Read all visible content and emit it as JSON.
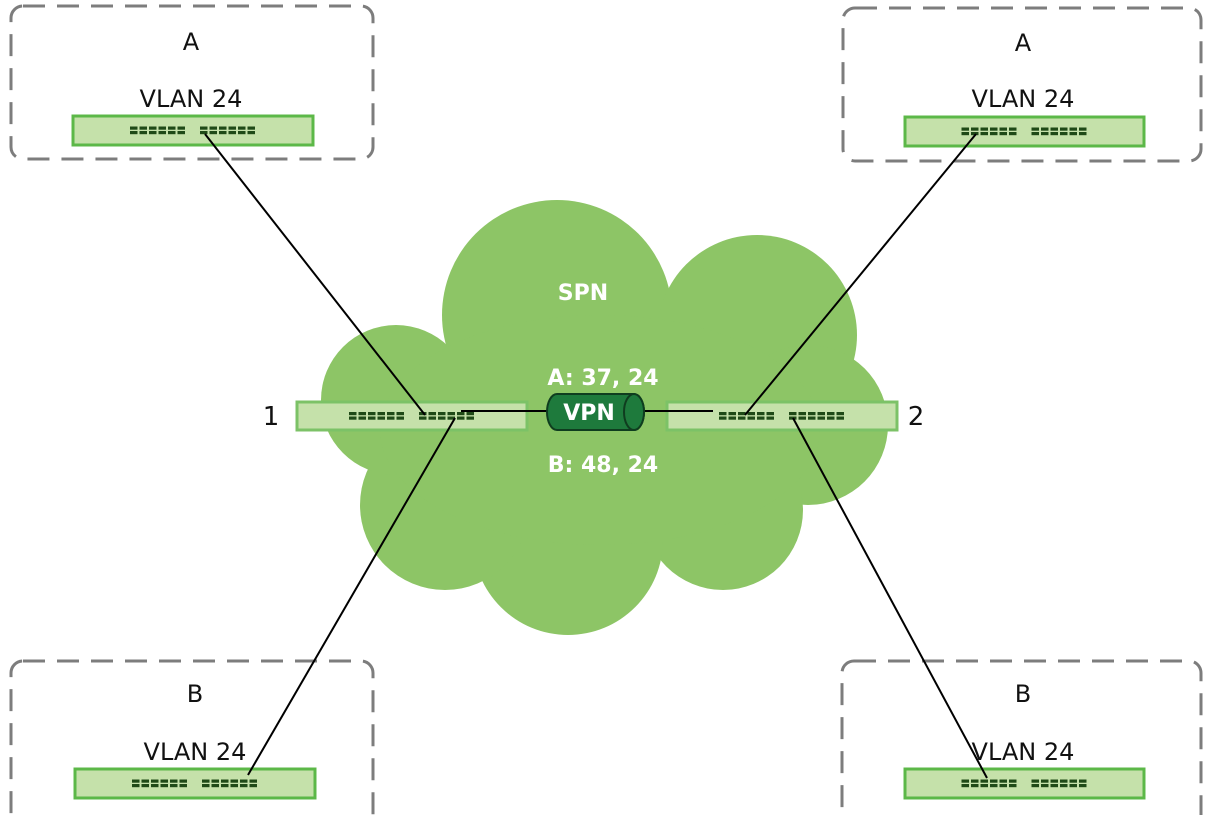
{
  "colors": {
    "cloud": "#8dc566",
    "switch_fill": "#c5e1aa",
    "switch_border": "#5cb848",
    "switch_light_border": "#7cc267",
    "port": "#1f4a17",
    "vpn_tunnel": "#1e7a3c",
    "site_border": "#7d7d7d",
    "link": "#000000"
  },
  "cloud": {
    "label": "SPN"
  },
  "vpn": {
    "label": "VPN",
    "vlans_a": "A: 37, 24",
    "vlans_b": "B: 48, 24"
  },
  "nodes": {
    "node1": {
      "label": "1"
    },
    "node2": {
      "label": "2"
    }
  },
  "sites": {
    "top_left": {
      "letter": "A",
      "vlan": "VLAN 24"
    },
    "top_right": {
      "letter": "A",
      "vlan": "VLAN 24"
    },
    "bottom_left": {
      "letter": "B",
      "vlan": "VLAN 24"
    },
    "bottom_right": {
      "letter": "B",
      "vlan": "VLAN 24"
    }
  }
}
